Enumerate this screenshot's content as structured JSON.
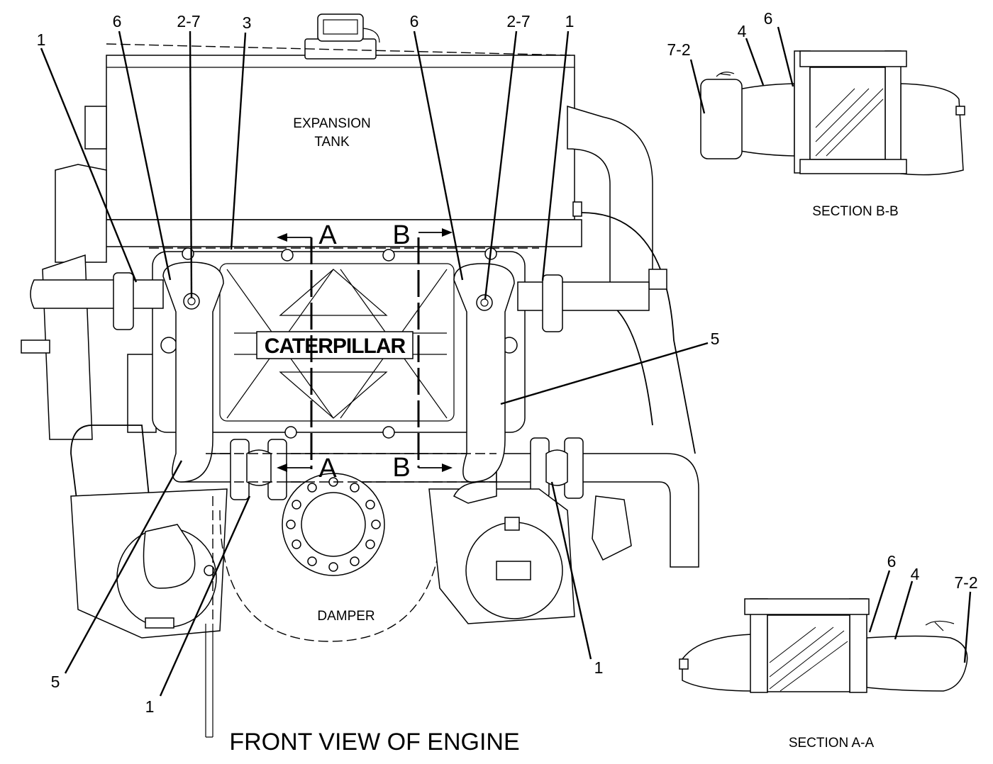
{
  "main_view": {
    "title": "FRONT VIEW OF ENGINE",
    "expansion_tank_line1": "EXPANSION",
    "expansion_tank_line2": "TANK",
    "damper": "DAMPER",
    "brand": "CATERPILLAR",
    "section_marks": {
      "a_top": "A",
      "a_bottom": "A",
      "b_top": "B",
      "b_bottom": "B"
    },
    "callouts": {
      "left_1_top": "1",
      "left_6": "6",
      "left_2_7": "2-7",
      "center_3": "3",
      "right_6": "6",
      "right_2_7": "2-7",
      "right_1_top": "1",
      "right_5": "5",
      "left_5": "5",
      "left_1_bottom": "1",
      "right_1_bottom": "1"
    }
  },
  "section_bb": {
    "title": "SECTION B-B",
    "callouts": {
      "c7_2": "7-2",
      "c4": "4",
      "c6": "6"
    }
  },
  "section_aa": {
    "title": "SECTION A-A",
    "callouts": {
      "c6": "6",
      "c4": "4",
      "c7_2": "7-2"
    }
  }
}
